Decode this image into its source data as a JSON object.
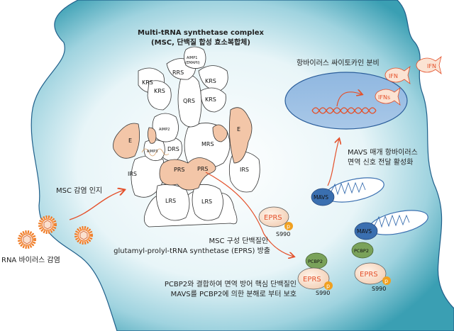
{
  "title": {
    "line1": "Multi-tRNA synthetase complex",
    "line2": "(MSC, 단백질 합성 효소복합체)"
  },
  "msc_subunits": {
    "aimp1": "AIMP1",
    "emapii": "(EMAPII)",
    "rrs": "RRS",
    "krs": "KRS",
    "qrs": "QRS",
    "aimp2": "AIMP2",
    "aimp3": "AIMP3",
    "e": "E",
    "drs": "DRS",
    "mrs": "MRS",
    "prs": "PRS",
    "irs": "IRS",
    "lrs": "LRS"
  },
  "labels": {
    "virus_infection": "RNA 바이러스 감염",
    "msc_recognition": "MSC 감염 인지",
    "eprs_release_1": "MSC 구성 단백질인",
    "eprs_release_2": "glutamyl-prolyl-tRNA synthetase (EPRS) 방출",
    "protect_1": "PCBP2와 결합하여 면역 방어 핵심 단백질인",
    "protect_2": "MAVS를 PCBP2에 의한 분해로 부터 보호",
    "cytokine": "항바이러스 싸이토카인 분비",
    "mavs_1": "MAVS 매개 항바이러스",
    "mavs_2": "면역 신호 전달 활성화"
  },
  "proteins": {
    "eprs": "EPRS",
    "p": "p",
    "s990": "S990",
    "pcbp2": "PCBP2",
    "mavs": "MAVS",
    "ifn": "IFN",
    "ifns": "IFNs"
  },
  "colors": {
    "cell_edge": "#3a9fb3",
    "arrow": "#e4502a",
    "highlight": "#f3c6a8",
    "mavs": "#3a6fb0",
    "pcbp2": "#7aa25a",
    "phospho": "#f0a020"
  }
}
